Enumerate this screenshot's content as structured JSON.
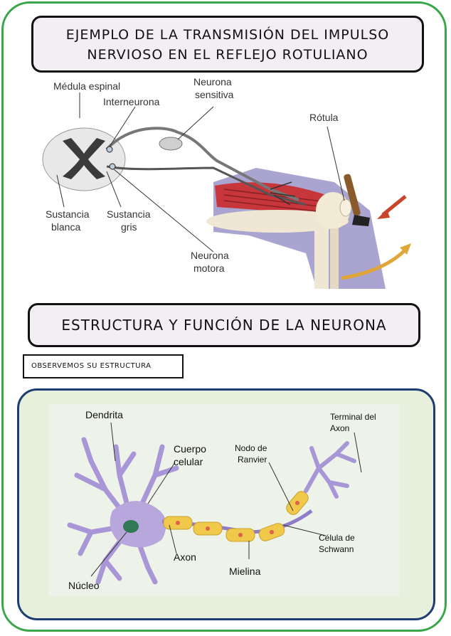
{
  "header": {
    "line1": "EJEMPLO DE LA TRANSMISIÓN DEL IMPULSO",
    "line2": "NERVIOSO EN EL REFLEJO ROTULIANO"
  },
  "reflex": {
    "medula": "Médula espinal",
    "interneurona": "Interneurona",
    "sensitiva_1": "Neurona",
    "sensitiva_2": "sensitiva",
    "rotula": "Rótula",
    "blanca_1": "Sustancia",
    "blanca_2": "blanca",
    "gris_1": "Sustancia",
    "gris_2": "gris",
    "motora_1": "Neurona",
    "motora_2": "motora"
  },
  "section2": {
    "title": "ESTRUCTURA Y FUNCIÓN DE LA NEURONA"
  },
  "observe": {
    "label": "OBSERVEMOS SU ESTRUCTURA"
  },
  "neuron": {
    "dendrita": "Dendrita",
    "cuerpo_1": "Cuerpo",
    "cuerpo_2": "celular",
    "nodo_1": "Nodo de",
    "nodo_2": "Ranvier",
    "terminal_1": "Terminal del",
    "terminal_2": "Axon",
    "celula_1": "Célula de",
    "celula_2": "Schwann",
    "axon": "Axon",
    "mielina": "Mielina",
    "nucleo": "Núcleo"
  },
  "colors": {
    "frame": "#3aa64a",
    "panel_border": "#1f3d73",
    "panel_fill": "#e7f0dc",
    "neuron": "#b8a7dd",
    "myelin": "#f1c94a",
    "nucleus": "#2f7a55"
  }
}
